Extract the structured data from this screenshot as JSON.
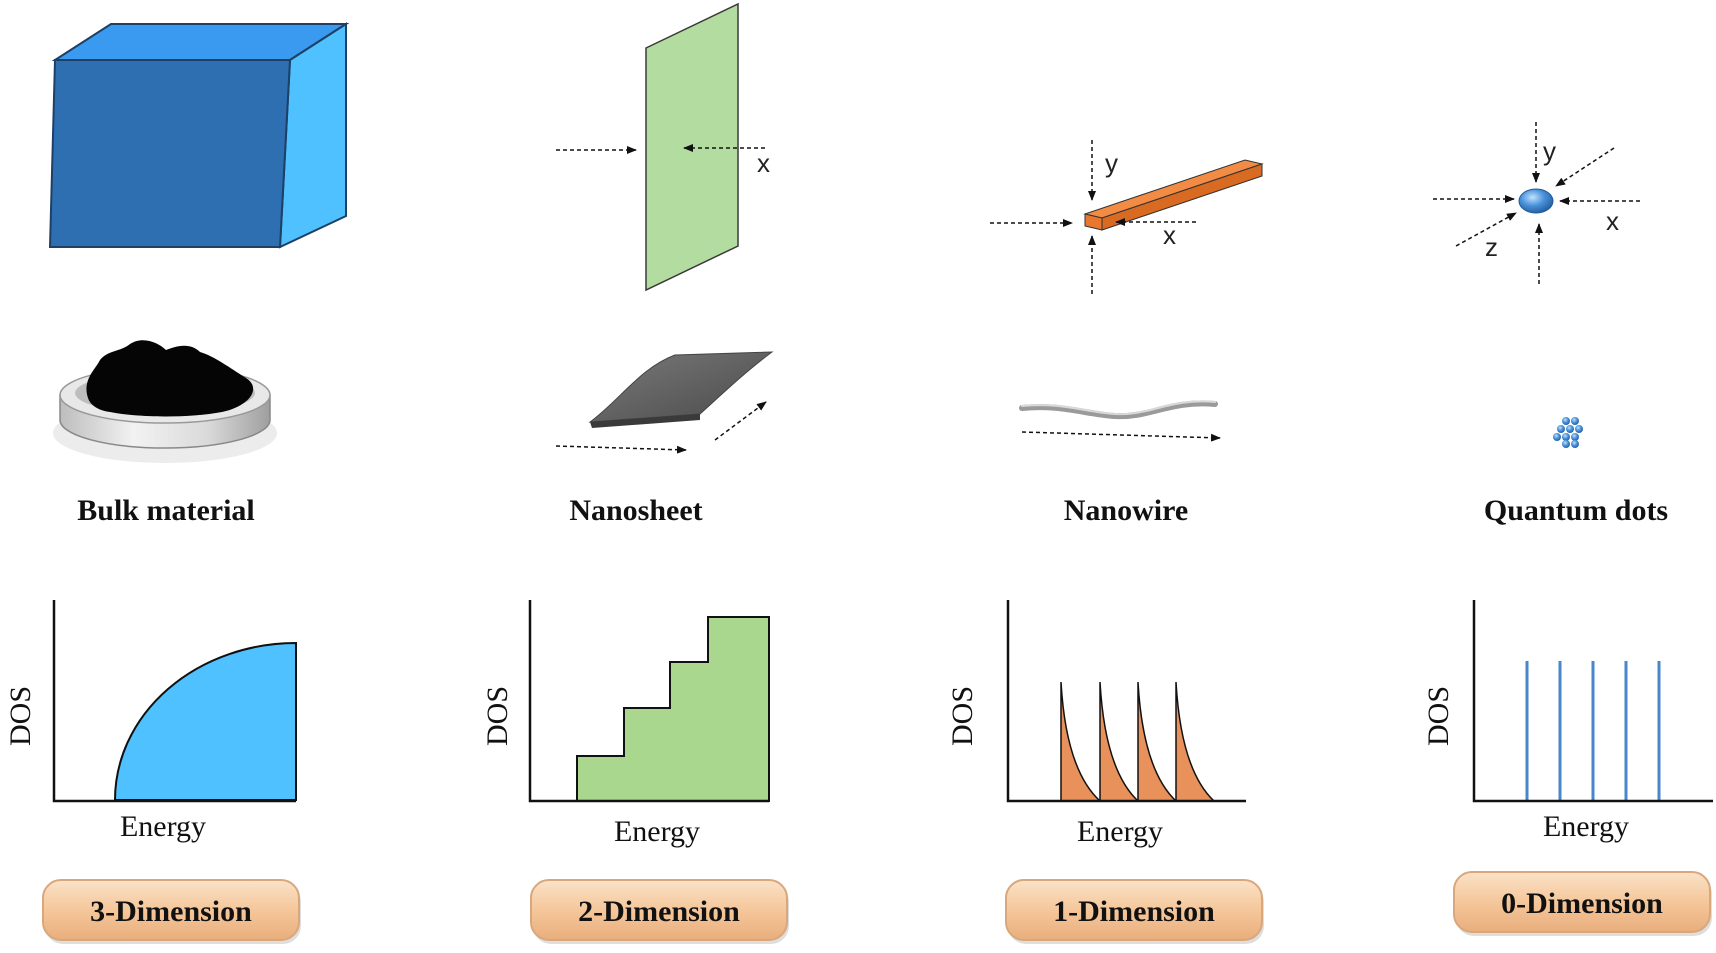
{
  "panels": [
    {
      "material": "Bulk material",
      "xlabel": "Energy",
      "ylabel": "DOS",
      "dimension": "3-Dimension",
      "color": "#4FC1FF"
    },
    {
      "material": "Nanosheet",
      "xlabel": "Energy",
      "ylabel": "DOS",
      "dimension": "2-Dimension",
      "color": "#A9D78E",
      "coords": [
        "x"
      ]
    },
    {
      "material": "Nanowire",
      "xlabel": "Energy",
      "ylabel": "DOS",
      "dimension": "1-Dimension",
      "color": "#E8915A",
      "coords": [
        "y",
        "x"
      ]
    },
    {
      "material": "Quantum dots",
      "xlabel": "Energy",
      "ylabel": "DOS",
      "dimension": "0-Dimension",
      "color": "#4A86C8",
      "coords": [
        "y",
        "x",
        "z"
      ]
    }
  ],
  "colors": {
    "cube_front": "#2D6FB0",
    "cube_side": "#4FC1FF",
    "cube_top": "#3A9AF0",
    "sheet": "#B3DDA0",
    "wire": "#E8782E",
    "dot": "#4A90D8",
    "button_fill": "#F3C79E",
    "button_stroke": "#D9A77C"
  }
}
